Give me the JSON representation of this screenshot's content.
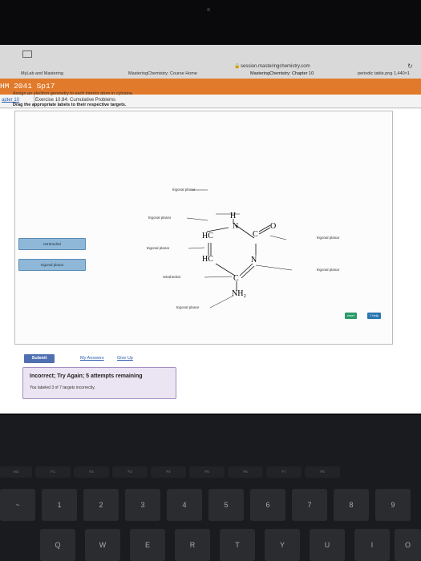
{
  "browser": {
    "url": "session.masteringchemistry.com",
    "tabs": [
      "MyLab and Mastering",
      "MasteringChemistry: Course Home",
      "MasteringChemistry: Chapter 10",
      "periodic table.png 1,440×1"
    ]
  },
  "course": {
    "title": "HM 2041 Sp17"
  },
  "breadcrumb": {
    "chapter": "apter 10",
    "exercise": "Exercise 10.84: Cumulative Problems"
  },
  "question": {
    "prompt": "Assign an electron geometry to each interior atom in cytosine.",
    "instruction": "Drag the appropriate labels to their respective targets."
  },
  "labels": {
    "target_top": "trigonal planar",
    "target_left_upper": "trigonal planar",
    "target_left_mid": "trigonal planar",
    "target_left_lower": "tetrahedral",
    "target_bottom": "trigonal planar",
    "target_right_upper": "trigonal planar",
    "target_right_lower": "trigonal planar",
    "bank_tetrahedral": "tetrahedral",
    "bank_trigonal": "trigonal planar"
  },
  "molecule": {
    "h_top": "H",
    "n_top": "N",
    "o": "O",
    "c_carbonyl": "C",
    "hc_upper": "HC",
    "hc_lower": "HC",
    "n_right": "N",
    "c_bottom": "C",
    "nh2": "NH₂"
  },
  "panel_buttons": {
    "reset": "reset",
    "help": "? help"
  },
  "actions": {
    "submit": "Submit",
    "my_answers": "My Answers",
    "give_up": "Give Up"
  },
  "feedback": {
    "title": "Incorrect; Try Again; 5 attempts remaining",
    "detail": "You labeled 3 of 7 targets incorrectly."
  },
  "keyboard": {
    "fn_row": [
      "esc",
      "F1",
      "F2",
      "F3",
      "F4",
      "F5",
      "F6",
      "F7",
      "F8"
    ],
    "num_row": [
      "~",
      "1",
      "2",
      "3",
      "4",
      "5",
      "6",
      "7",
      "8",
      "9"
    ],
    "alpha_row": [
      "Q",
      "W",
      "E",
      "R",
      "T",
      "Y",
      "U",
      "I",
      "O"
    ]
  },
  "colors": {
    "accent": "#e27a2b",
    "submit": "#4f6fb0",
    "label_bank": "#8fb8d8",
    "feedback_bg": "#ebe4f2"
  }
}
